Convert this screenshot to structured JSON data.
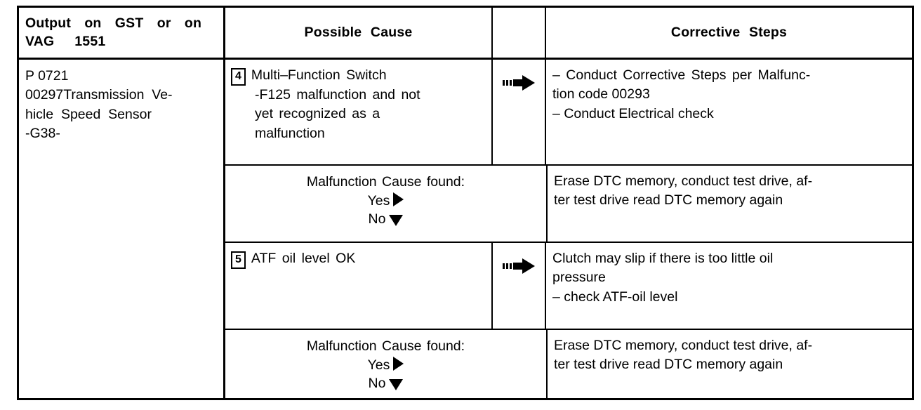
{
  "table": {
    "headers": {
      "output": "Output  on  GST  or  on\nVAG   1551",
      "cause": "Possible    Cause",
      "arrow": "",
      "steps": "Corrective    Steps"
    },
    "output_cell": {
      "code": "P 0721",
      "description_line1": "00297Transmission  Ve-",
      "description_line2": "hicle  Speed  Sensor",
      "description_line3": "-G38-"
    },
    "rows": [
      {
        "type": "cause",
        "step_number": "4",
        "cause_lines": [
          "Multi–Function Switch",
          "-F125 malfunction and  not",
          "yet recognized as a",
          "malfunction"
        ],
        "arrow_icon": "dashed-right-arrow",
        "steps_lines": [
          "– Conduct Corrective Steps  per  Malfunc-",
          "tion code 00293",
          "– Conduct Electrical check"
        ]
      },
      {
        "type": "found",
        "title": "Malfunction Cause found:",
        "yes_label": "Yes",
        "no_label": "No",
        "yes_icon": "triangle-right-icon",
        "no_icon": "triangle-down-icon",
        "steps_lines": [
          "Erase DTC memory, conduct test drive, af-",
          "ter test drive read DTC memory again"
        ]
      },
      {
        "type": "cause",
        "step_number": "5",
        "cause_lines": [
          "ATF oil level OK"
        ],
        "arrow_icon": "dashed-right-arrow",
        "steps_lines": [
          "Clutch may slip if there is too little oil",
          "pressure",
          "– check ATF-oil level"
        ]
      },
      {
        "type": "found",
        "title": "Malfunction Cause found:",
        "yes_label": "Yes",
        "no_label": "No",
        "yes_icon": "triangle-right-icon",
        "no_icon": "triangle-down-icon",
        "steps_lines": [
          "Erase DTC memory, conduct test drive, af-",
          "ter test drive read DTC memory again"
        ]
      }
    ]
  },
  "colors": {
    "ink": "#000000",
    "paper": "#ffffff"
  }
}
